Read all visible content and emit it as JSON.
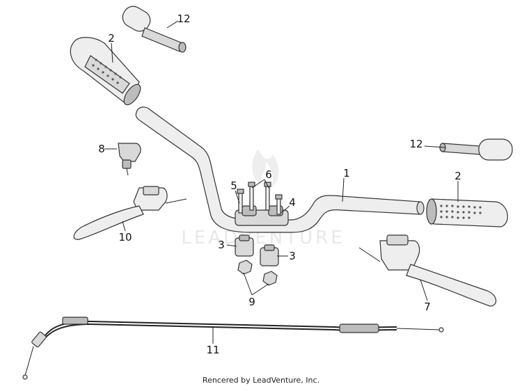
{
  "callouts": {
    "c1": "1",
    "c2a": "2",
    "c2b": "2",
    "c3a": "3",
    "c3b": "3",
    "c4": "4",
    "c5": "5",
    "c6": "6",
    "c7": "7",
    "c8": "8",
    "c9": "9",
    "c10": "10",
    "c11": "11",
    "c12a": "12",
    "c12b": "12"
  },
  "watermark": "LEADVENTURE",
  "footer": "Rencered by LeadVenture, Inc."
}
